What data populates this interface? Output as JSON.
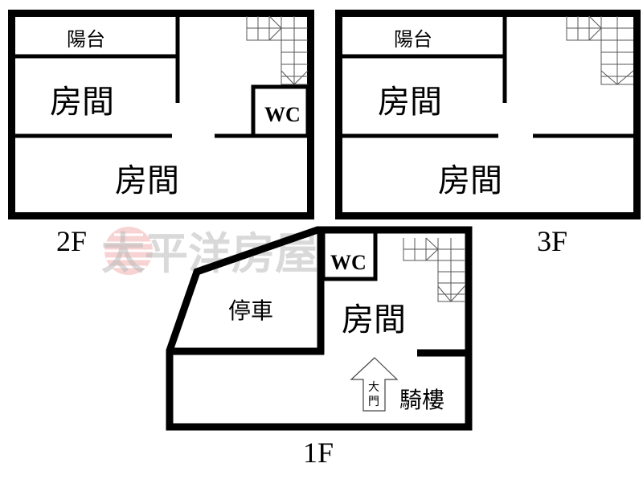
{
  "watermark": {
    "text": "太平洋房屋",
    "logo_color": "#e8888a"
  },
  "floors": {
    "f2": {
      "label": "2F",
      "balcony": "陽台",
      "room1": "房間",
      "room2": "房間",
      "wc": "WC"
    },
    "f3": {
      "label": "3F",
      "balcony": "陽台",
      "room1": "房間",
      "room2": "房間"
    },
    "f1": {
      "label": "1F",
      "wc": "WC",
      "parking": "停車",
      "room": "房間",
      "door_char1": "大",
      "door_char2": "門",
      "arcade": "騎樓"
    }
  }
}
